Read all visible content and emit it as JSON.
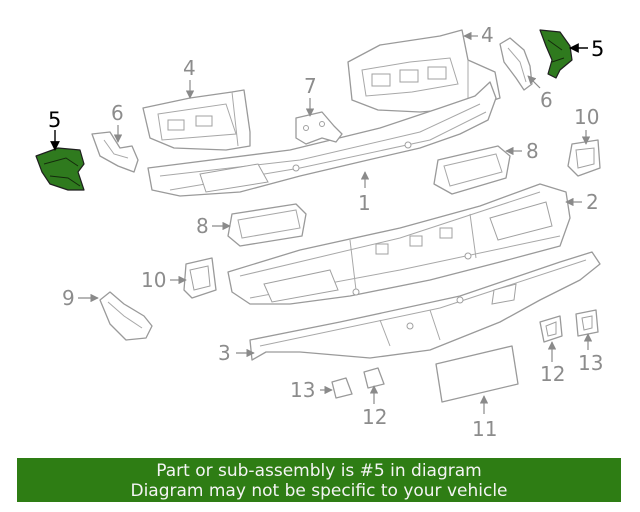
{
  "diagram": {
    "callouts": [
      "1",
      "2",
      "3",
      "4",
      "4",
      "5",
      "5",
      "6",
      "6",
      "7",
      "8",
      "8",
      "9",
      "10",
      "10",
      "11",
      "12",
      "12",
      "13",
      "13"
    ],
    "highlighted_part": "5",
    "highlight_color": "#2e7d14"
  },
  "banner": {
    "line1": "Part or sub-assembly is #5 in diagram",
    "line2": "Diagram may not be specific to your vehicle",
    "background": "#2e7d14"
  }
}
